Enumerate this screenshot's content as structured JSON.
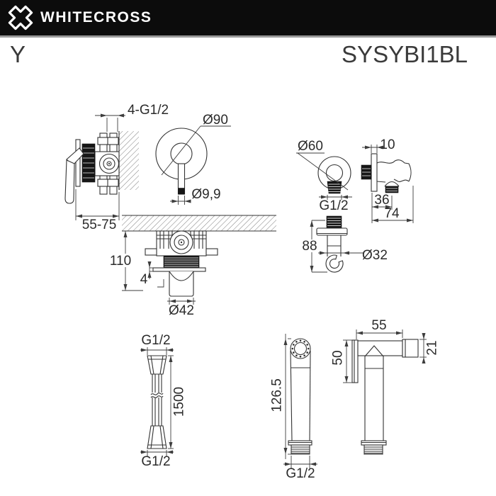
{
  "header": {
    "brand": "WHITECROSS"
  },
  "product": {
    "series": "Y",
    "model": "SYSYBI1BL"
  },
  "colors": {
    "header_bg": "#0c0c0c",
    "header_text": "#ffffff",
    "drawing_line": "#333333"
  },
  "drawings": {
    "mixer_side": {
      "connections": "4-G1/2",
      "depth": "55-75"
    },
    "mixer_front": {
      "escutcheon_diameter": "Ø90",
      "handle_diameter": "Ø9,9"
    },
    "mixer_bottom": {
      "height": "110",
      "plate_thickness": "4",
      "spout_diameter": "Ø42"
    },
    "outlet_front": {
      "escutcheon_diameter": "Ø60",
      "thread": "G1/2"
    },
    "outlet_side": {
      "plate_thickness": "10",
      "cup_offset": "36",
      "depth": "74"
    },
    "outlet_bottom": {
      "height": "88",
      "holder_diameter": "Ø32"
    },
    "hose": {
      "thread_top": "G1/2",
      "length": "1500",
      "thread_bottom": "G1/2"
    },
    "handshower_front": {
      "height": "126.5",
      "thread": "G1/2"
    },
    "handshower_side": {
      "head_length": "55",
      "face_height": "50",
      "nozzle_height": "21"
    }
  }
}
